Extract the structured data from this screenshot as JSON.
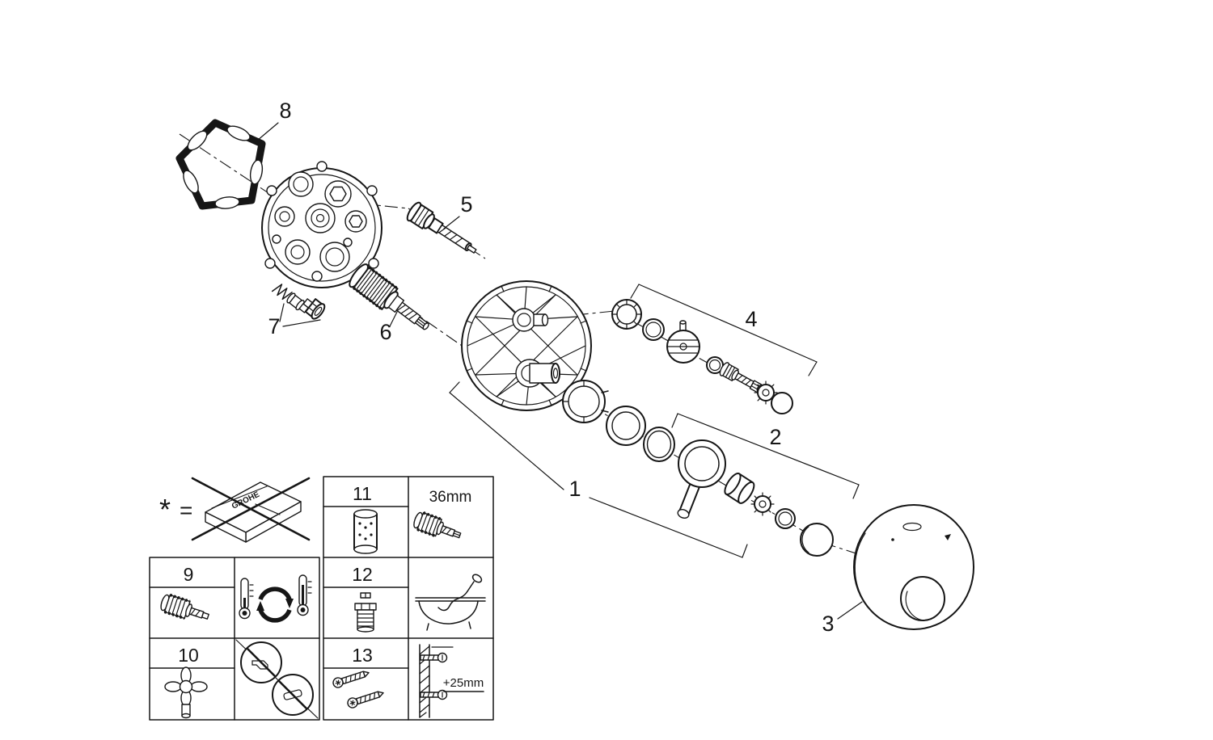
{
  "parts": {
    "p1": "1",
    "p2": "2",
    "p3": "3",
    "p4": "4",
    "p5": "5",
    "p6": "6",
    "p7": "7",
    "p8": "8",
    "p9": "9",
    "p10": "10",
    "p11": "11",
    "p12": "12",
    "p13": "13"
  },
  "annotations": {
    "wrench_size": "36mm",
    "min_depth": "+25mm",
    "footnote_symbol": "*",
    "equals_symbol": "=",
    "packet_brand": "GROHE"
  },
  "colors": {
    "ink": "#161616",
    "paper": "#ffffff"
  }
}
